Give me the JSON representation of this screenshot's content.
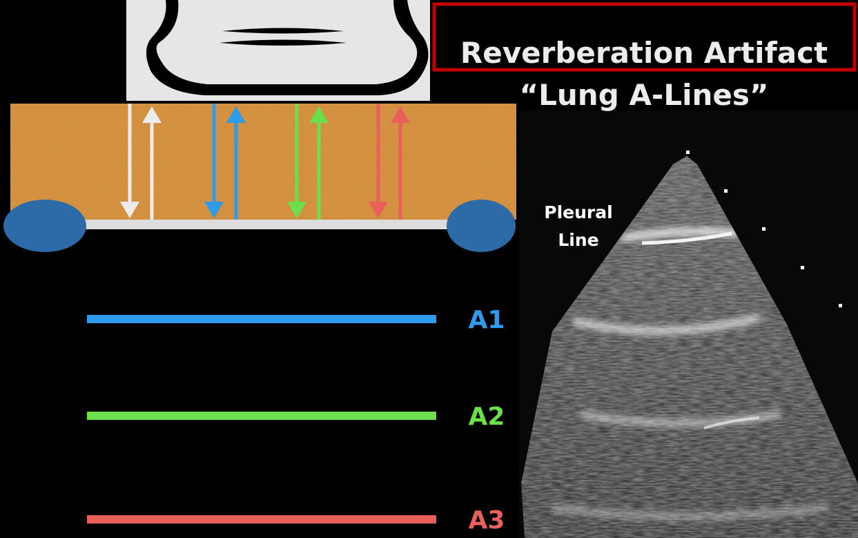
{
  "title": "Reverberation Artifact",
  "subtitle": "“Lung A-Lines”",
  "ultrasound_label_line1": "Pleural",
  "ultrasound_label_line2": "Line",
  "a_lines": [
    {
      "label": "A1",
      "color": "#2f9bec"
    },
    {
      "label": "A2",
      "color": "#6be04a"
    },
    {
      "label": "A3",
      "color": "#e9605a"
    }
  ],
  "arrow_colors": [
    "#ececec",
    "#2f9bec",
    "#6be04a",
    "#e9605a"
  ],
  "colors": {
    "tissue": "#de9541",
    "rib": "#2c6aa8",
    "pleura": "#dddddd",
    "probe": "#e6e6e6",
    "title_box": "#c00000",
    "background": "#000000"
  }
}
